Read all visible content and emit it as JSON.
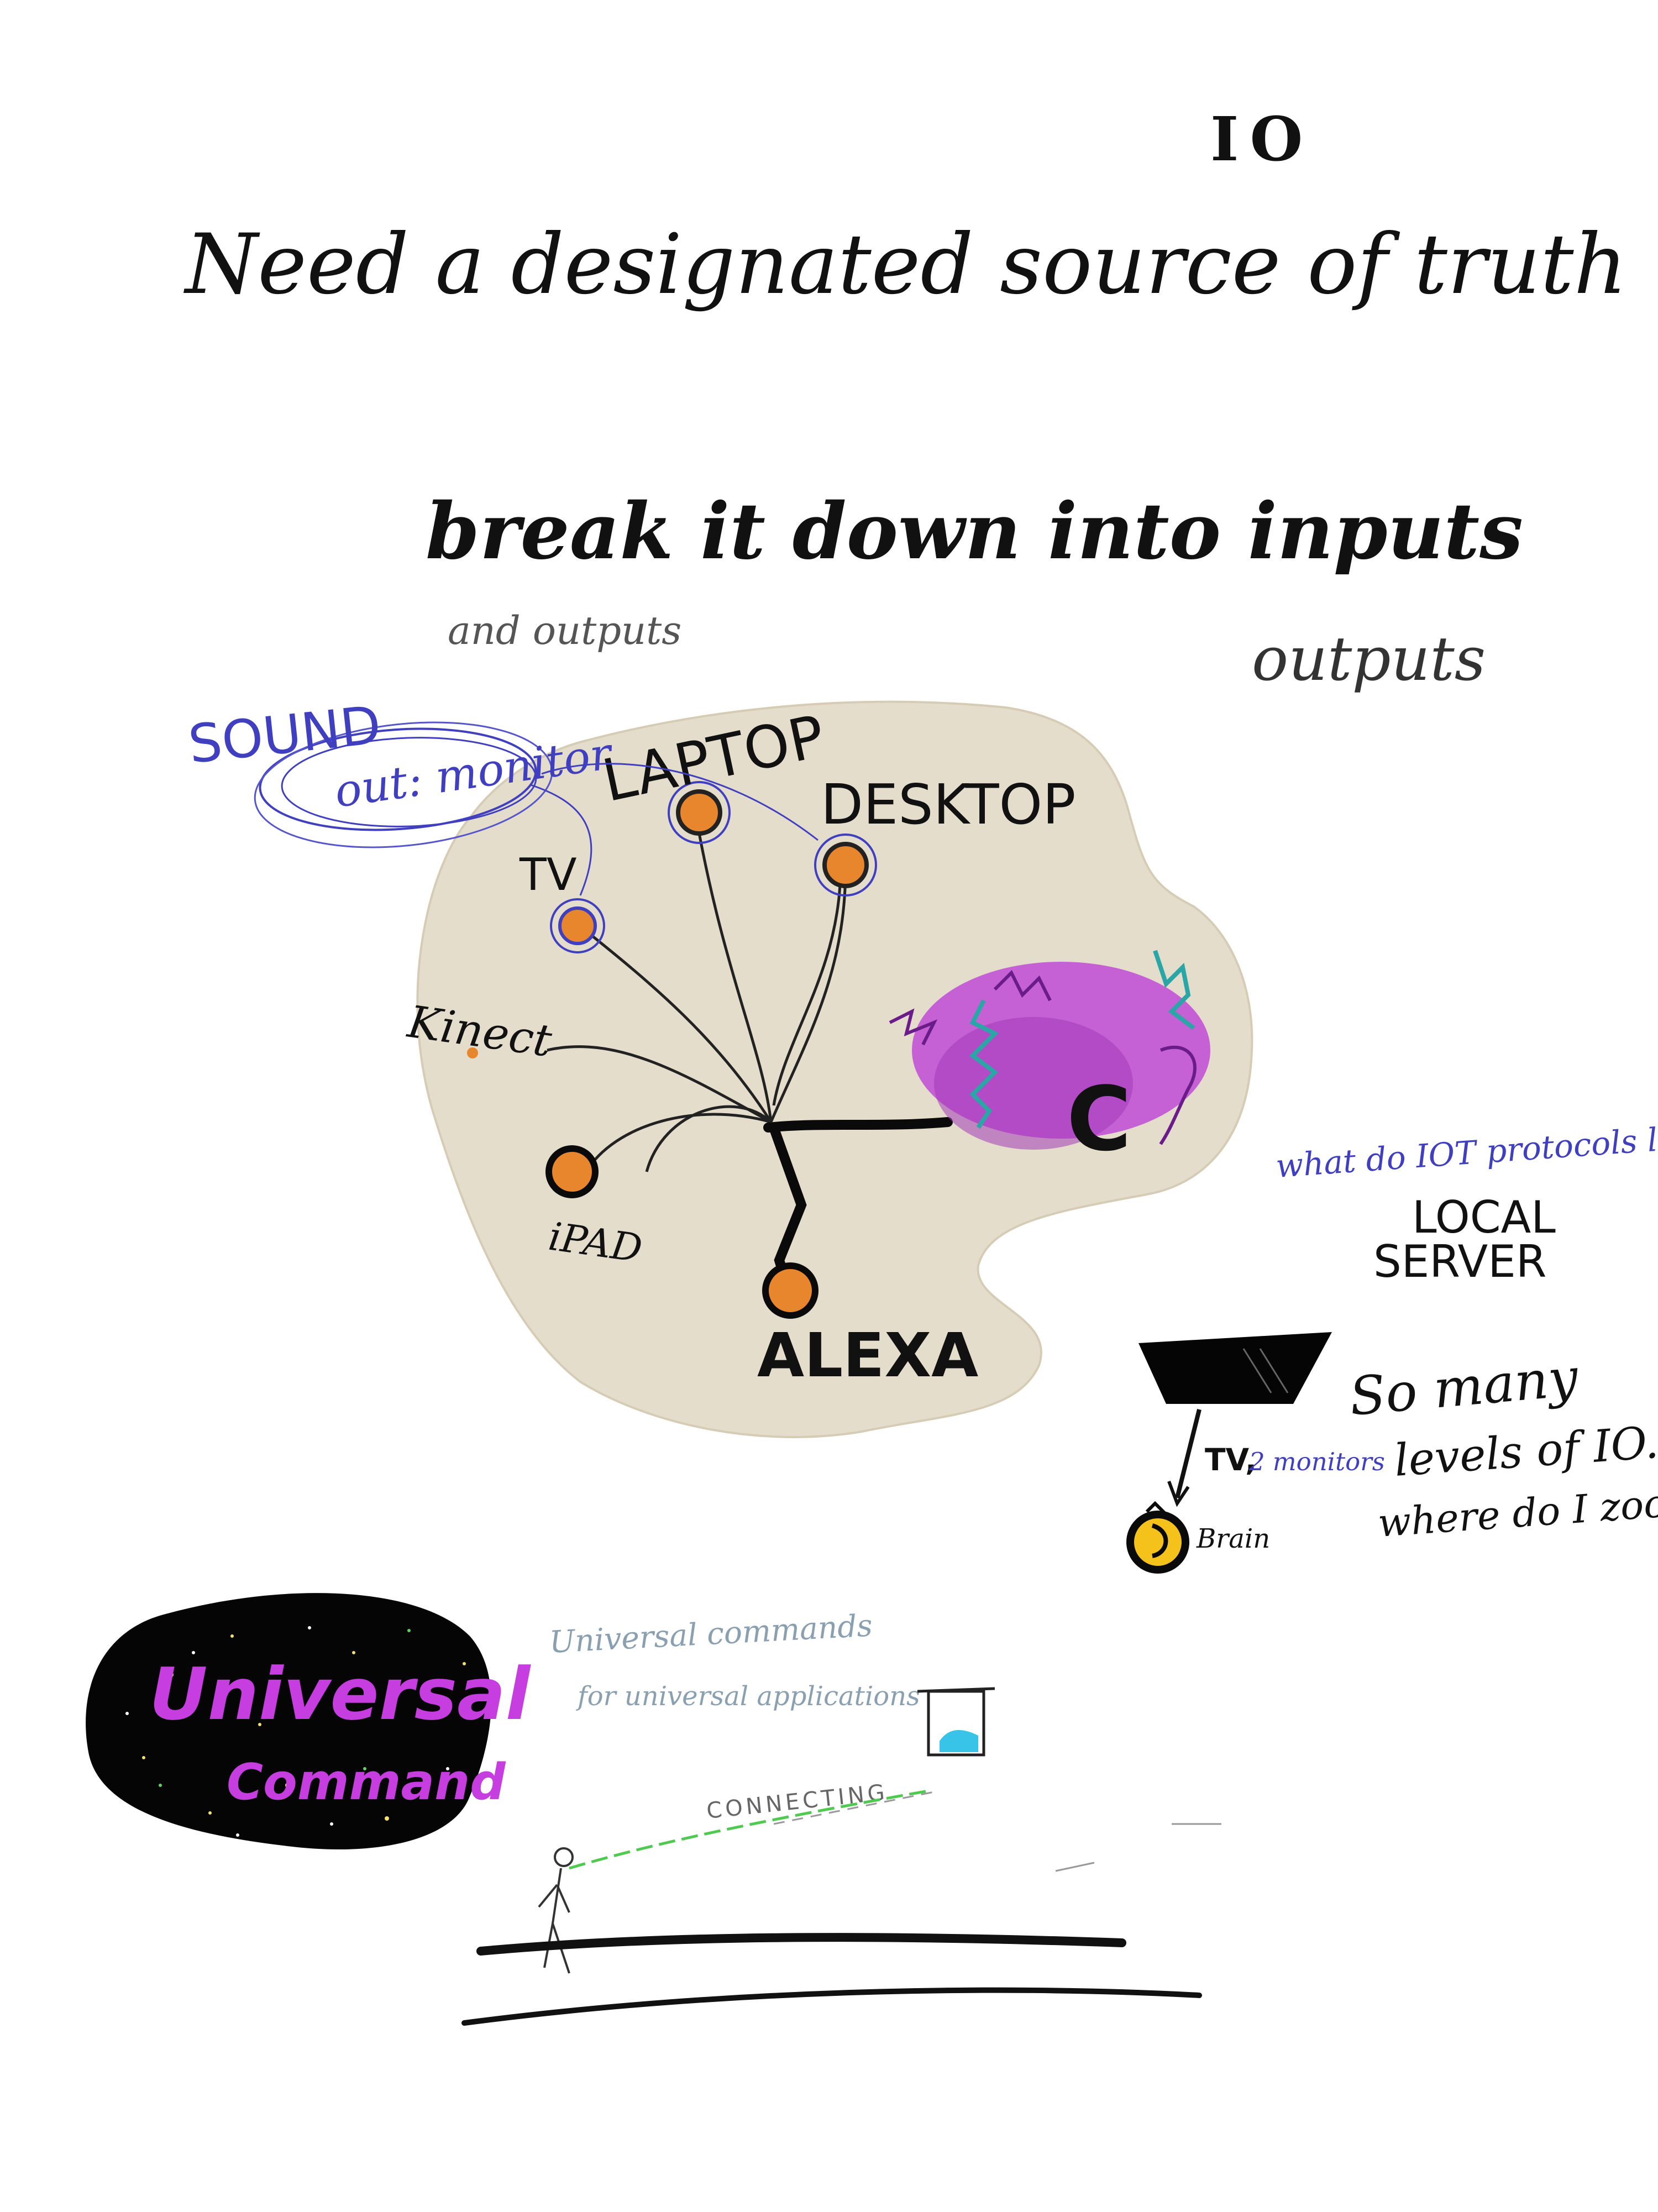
{
  "header": {
    "io_mark": "IO",
    "main_note": "Need a designated source of truth",
    "subtitle": "break it down into inputs",
    "subtitle_aside": "and outputs",
    "outputs_note": "outputs"
  },
  "map": {
    "sound_label": "SOUND",
    "sound_sublabel": "out: monitor",
    "nodes": [
      {
        "label": "LAPTOP"
      },
      {
        "label": "DESKTOP"
      },
      {
        "label": "TV"
      },
      {
        "label": "Kinect"
      },
      {
        "label": "iPAD"
      },
      {
        "label": "ALEXA"
      }
    ],
    "scribble_glyph": "C"
  },
  "sidebar": {
    "iot_question": "what do IOT protocols look like?",
    "local_server": {
      "line1": "LOCAL",
      "line2": "SERVER"
    },
    "tv_note": "TV,",
    "monitors_note": "2 monitors",
    "brain_label": "Brain",
    "zoom_note": {
      "line1": "So many",
      "line2": "levels of IO.",
      "line3": "where do I zoom to?"
    }
  },
  "footer": {
    "badge": {
      "line1": "Universal",
      "line2": "Command"
    },
    "commands_note": {
      "line1": "Universal commands",
      "line2": "for universal applications"
    },
    "connecting_label": "CONNECTING"
  },
  "colors": {
    "ink": "#111111",
    "paper": "#e5ddcc",
    "orange_node": "#e8862e",
    "blue_pen": "#3f3fbf",
    "purple_fill": "#c04ad6",
    "teal_pen": "#2aa6a6",
    "accent_yellow": "#f4c21b",
    "badge_text": "#c63ee0",
    "green_line": "#4fc94f",
    "cyan_box": "#38c4e8",
    "grey_note": "#8aa0b0"
  }
}
